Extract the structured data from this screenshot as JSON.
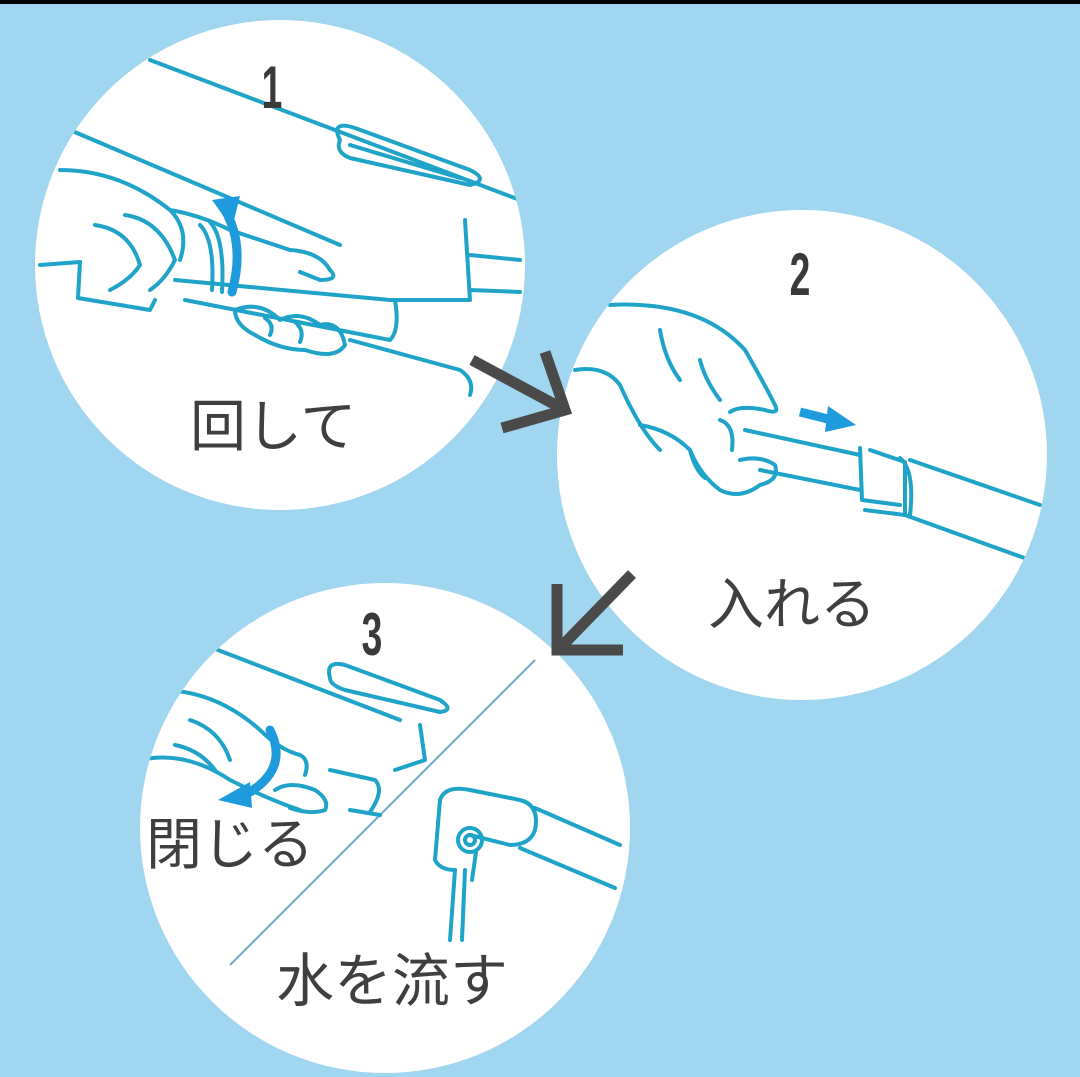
{
  "colors": {
    "background": "#A0D6F0",
    "circle": "#FFFFFF",
    "line_art": "#1FA3C8",
    "accent_arrow": "#1E9BDC",
    "text": "#3F3F3F",
    "flow_arrow": "#4A4A4A"
  },
  "steps": [
    {
      "number": "1",
      "label": "回して",
      "illustration": "hand-twisting-faucet-head",
      "motion_icon": "curved-up-arrow"
    },
    {
      "number": "2",
      "label": "入れる",
      "illustration": "hand-inserting-filter-into-hose",
      "motion_icon": "right-arrow"
    },
    {
      "number": "3",
      "label_top": "閉じる",
      "label_bottom": "水を流す",
      "illustration_top": "hand-closing-faucet-head",
      "illustration_bottom": "faucet-running-water",
      "motion_icon": "curved-down-arrow"
    }
  ],
  "flow_arrows": [
    {
      "from": "1",
      "to": "2",
      "direction": "down-right"
    },
    {
      "from": "2",
      "to": "3",
      "direction": "down-left"
    }
  ]
}
